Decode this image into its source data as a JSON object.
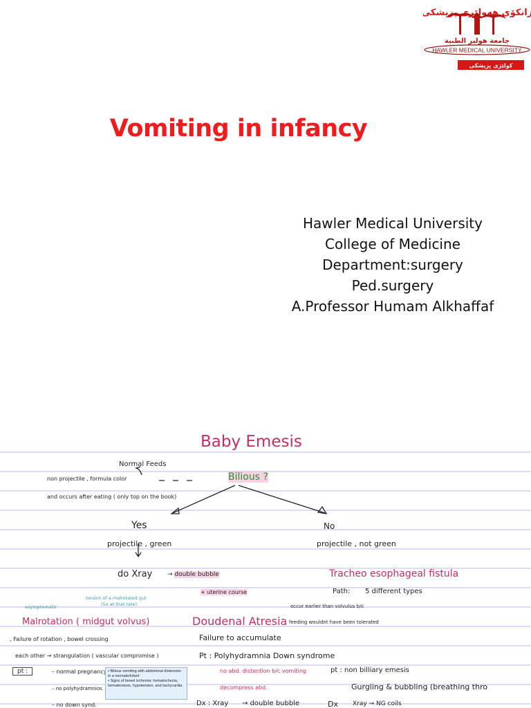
{
  "logo": {
    "arabic_top": "زانكۆی هەولێری پزیشكی",
    "arabic_mid": "جامعة هولير الطبية",
    "english": "HAWLER MEDICAL UNIVERSITY",
    "banner": "كولێژی پزیشكی"
  },
  "slide": {
    "title": "Vomiting in infancy",
    "info_lines": [
      "Hawler Medical University",
      "College of Medicine",
      "Department:surgery",
      "Ped.surgery",
      "A.Professor Humam Alkhaffaf"
    ]
  },
  "notes": {
    "heading": "Baby Emesis",
    "normal_feeds": "Normal Feeds",
    "non_projectile": "non projectile , formula color",
    "occurs_after": "and occurs after eating ( only top on the book)",
    "bilious": "Bilious ?",
    "yes": "Yes",
    "no": "No",
    "projectile_green": "projectile , green",
    "projectile_not_green": "projectile , not green",
    "do_xray": "do Xray",
    "double_bubble": "double bubble",
    "tracheo": "Tracheo esophageal fistula",
    "uterine_course": "+ uterine course",
    "path": "Path:",
    "five_types": "5 different types",
    "torsion": "torsion of a malrotated gut",
    "twist": "(5x at that rate)",
    "asymptomatic": "asymptomatic",
    "occur_earlier": "occur earlier than volvulus b/c",
    "malrotation": "Malrotation ( midgut volvus)",
    "duodenal": "Doudenal Atresia",
    "feeding": "feeding wouldnt have been tolerated",
    "failure_rotation": ", Failure of rotation , bowel crossing",
    "failure_accumulate": "Failure to accumulate",
    "each_other": "each other → strangulation ( vascular compromise )",
    "pt_polyhydr": "Pt : Polyhydramnia Down syndrome",
    "pt_box": "pt :",
    "normal_pregnancy": "– normal pregnancy",
    "no_polyhydramnios": "– no polyhydramnios",
    "no_down": "– no down synd.",
    "callout_lines": [
      "Bilious vomiting with abdominal distension in a neonate/infant",
      "Signs of bowel ischemia: hematochezia, hematemesis, hypotension, and tachycardia"
    ],
    "no_abd": "no abd. distention b/c vomiting",
    "decompress": "decompress abd.",
    "pt_non_bilious": "pt : non billiary emesis",
    "gurgling": "Gurgling & bubbling (breathing thro",
    "dx_xray": "Dx : Xray",
    "double_bubble2": "double bubble",
    "dx2": "Dx",
    "xray_ng": "Xray → NG coils"
  },
  "colors": {
    "title_red": "#ee1c1c",
    "heading_pink": "#c72c63",
    "green": "#2e8b2e",
    "teal": "#3a9ba6",
    "ruled_line": "#b9b9e6"
  }
}
